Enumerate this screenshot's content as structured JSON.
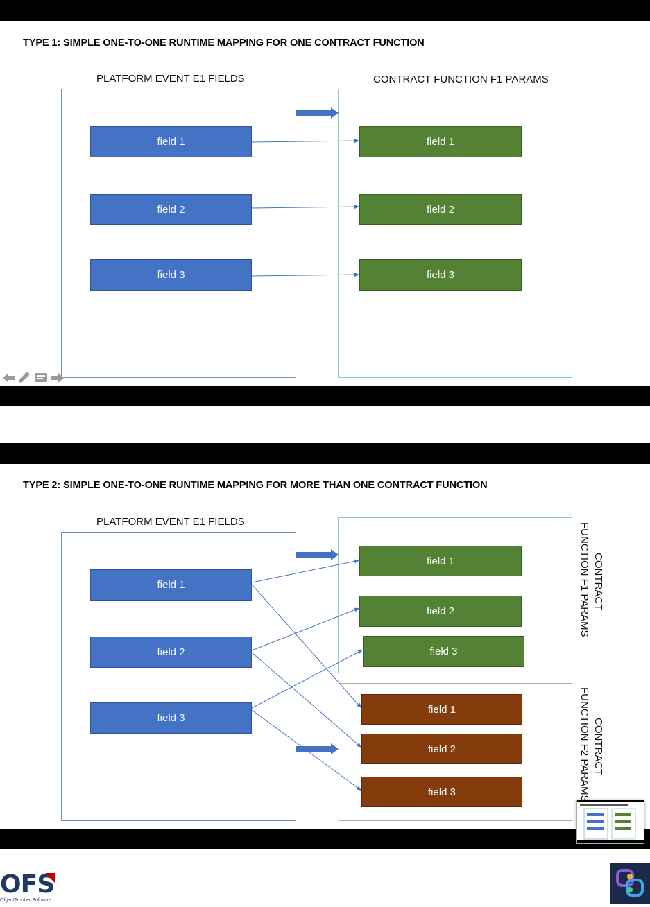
{
  "type1": {
    "heading": "TYPE 1: SIMPLE ONE-TO-ONE RUNTIME MAPPING FOR ONE CONTRACT FUNCTION",
    "left_title": "PLATFORM EVENT E1 FIELDS",
    "right_title": "CONTRACT FUNCTION F1 PARAMS",
    "left_fields": [
      "field 1",
      "field 2",
      "field 3"
    ],
    "right_fields": [
      "field 1",
      "field 2",
      "field 3"
    ]
  },
  "type2": {
    "heading": "TYPE 2: SIMPLE ONE-TO-ONE RUNTIME MAPPING FOR MORE THAN ONE CONTRACT FUNCTION",
    "left_title": "PLATFORM EVENT E1 FIELDS",
    "f1_label_line1": "CONTRACT",
    "f1_label_line2": "FUNCTION F1 PARAMS",
    "f2_label_line1": "CONTRACT",
    "f2_label_line2": "FUNCTION F2 PARAMS",
    "left_fields": [
      "field 1",
      "field 2",
      "field 3"
    ],
    "f1_fields": [
      "field 1",
      "field 2",
      "field 3"
    ],
    "f2_fields": [
      "field 1",
      "field 2",
      "field 3"
    ]
  },
  "footer": {
    "logo_text": "OFS",
    "logo_subtext": "ObjectFrontier Software"
  },
  "colors": {
    "event_field": "#4472c4",
    "f1_field": "#548235",
    "f2_field": "#843c0c",
    "arrow": "#4472c4",
    "bars": "#000000"
  },
  "icons": [
    "back-arrow-icon",
    "pencil-icon",
    "comment-icon",
    "forward-arrow-icon",
    "app-logo-icon"
  ]
}
